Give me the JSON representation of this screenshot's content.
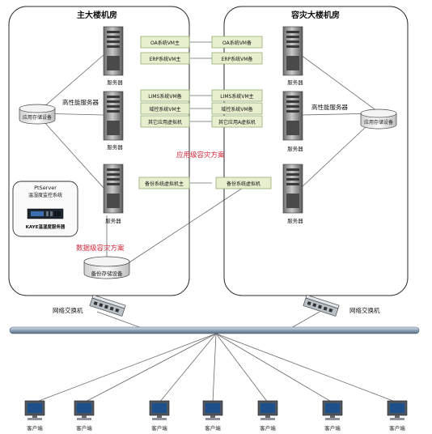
{
  "rooms": {
    "main": {
      "title": "主大楼机房"
    },
    "dr": {
      "title": "容灾大楼机房"
    }
  },
  "labels": {
    "server": "服务器",
    "hp_server": "高性能服务器",
    "app_storage": "应用存储设备",
    "backup_storage": "备份存储设备",
    "app_dr": "应用级容灾方案",
    "data_dr": "数据级容灾方案",
    "switch": "网络交换机",
    "client": "客户端"
  },
  "vm_main": [
    "OA系统VM主",
    "ERP系统VM主",
    "LIMS系统VM备",
    "域控系统VM主",
    "其它应用虚拟机",
    "备份系统虚拟机主"
  ],
  "vm_dr": [
    "OA系统VM备",
    "ERP系统VM备",
    "LIMS系统VM主",
    "域控系统VM备",
    "其它应用A虚拟机",
    "备份系统虚拟机"
  ],
  "monitor": {
    "title": "PtServer",
    "subtitle": "温湿度监控系统",
    "device": "KAYE温湿度服务器"
  },
  "colors": {
    "vm_fill": "#e7efcf",
    "vm_stroke": "#8aa26a",
    "accent_red": "#d2283c",
    "backbone": "#8ea3b8"
  }
}
